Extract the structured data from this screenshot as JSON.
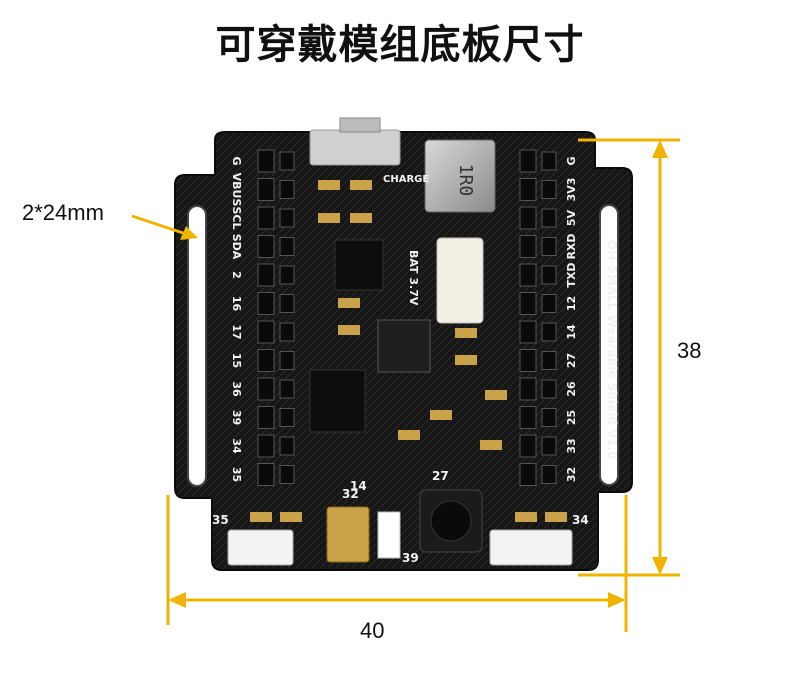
{
  "title": "可穿戴模组底板尺寸",
  "dimensions": {
    "slot_label": "2*24mm",
    "height_label": "38",
    "width_label": "40"
  },
  "board": {
    "name_text": "QH-SMALL Wearable Shield V1.0",
    "inductor_text": "1R0",
    "charge_text": "CHARGE",
    "battery_text": "BAT 3.7V",
    "left_pins": [
      "G",
      "VBUS",
      "SCL",
      "SDA",
      "2",
      "16",
      "17",
      "15",
      "36",
      "39",
      "34",
      "35"
    ],
    "right_pins": [
      "G",
      "3V3",
      "5V",
      "RXD",
      "TXD",
      "12",
      "14",
      "27",
      "26",
      "25",
      "33",
      "32"
    ],
    "bottom_labels": [
      "35",
      "14",
      "32",
      "27",
      "39",
      "34"
    ]
  },
  "colors": {
    "pcb": "#161616",
    "dimension_line": "#f0b400",
    "silkscreen": "#f2f2f2",
    "gold_pad": "#c9a24a"
  }
}
